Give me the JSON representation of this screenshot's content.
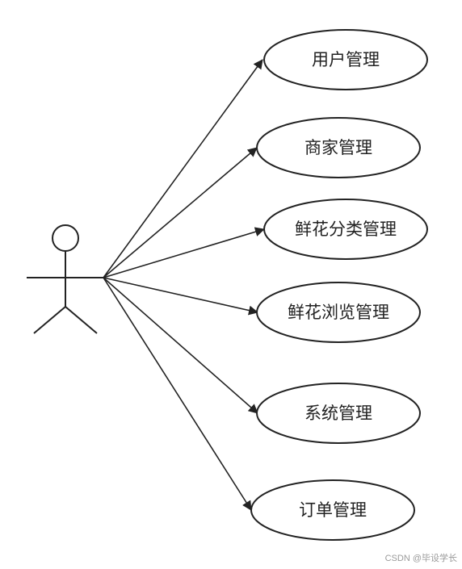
{
  "diagram": {
    "actor": {
      "label": ""
    },
    "use_cases": [
      {
        "label": "用户管理"
      },
      {
        "label": "商家管理"
      },
      {
        "label": "鲜花分类管理"
      },
      {
        "label": "鲜花浏览管理"
      },
      {
        "label": "系统管理"
      },
      {
        "label": "订单管理"
      }
    ]
  },
  "watermark": "CSDN @毕设学长",
  "colors": {
    "stroke": "#222222",
    "background": "#ffffff"
  }
}
